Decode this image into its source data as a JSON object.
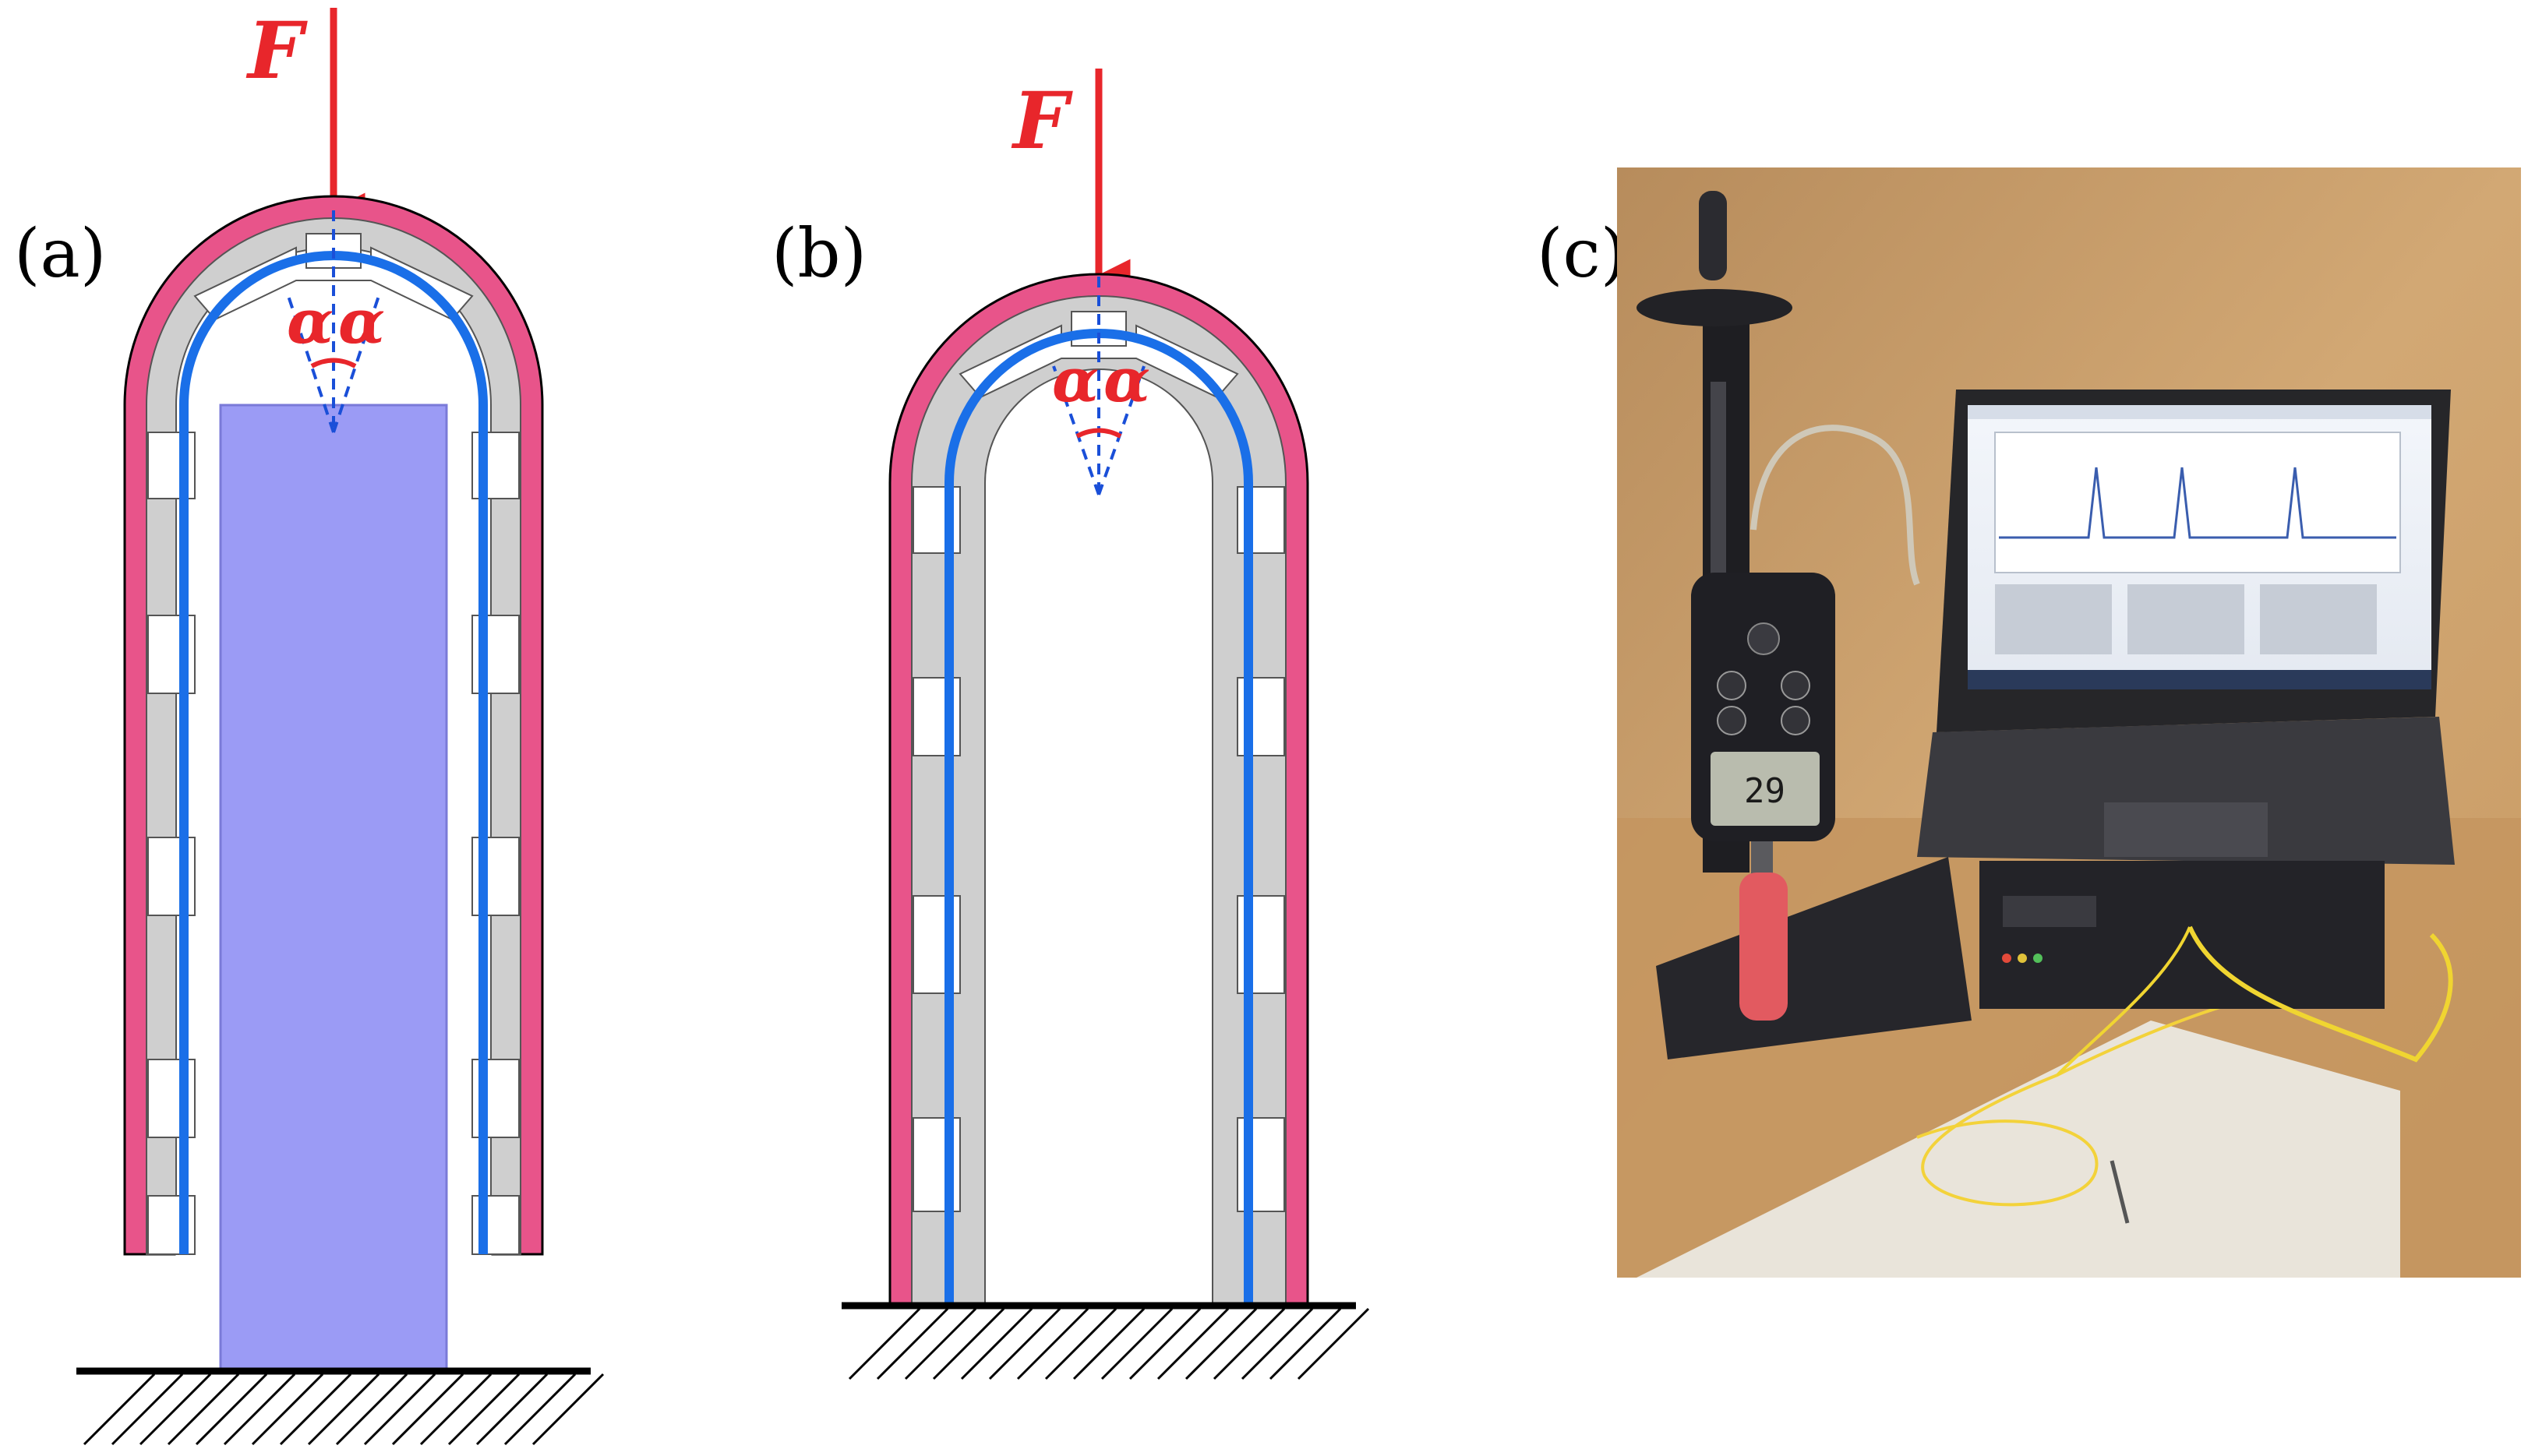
{
  "labels": {
    "panel_a": "(a)",
    "panel_b": "(b)",
    "panel_c": "(c)",
    "force": "F",
    "angle_left": "α",
    "angle_right": "α",
    "meter_reading": "29"
  },
  "colors": {
    "outer_skin": "#e8548a",
    "inner_layer": "#cfcfcf",
    "fiber": "#1a6fe8",
    "core": "#9b9bf5",
    "force_arrow": "#e8262b",
    "ground": "#000000",
    "photo_background": "#c9a06a"
  },
  "icons": {
    "force_arrow": "down-arrow-icon",
    "ground": "hatched-ground-icon"
  }
}
